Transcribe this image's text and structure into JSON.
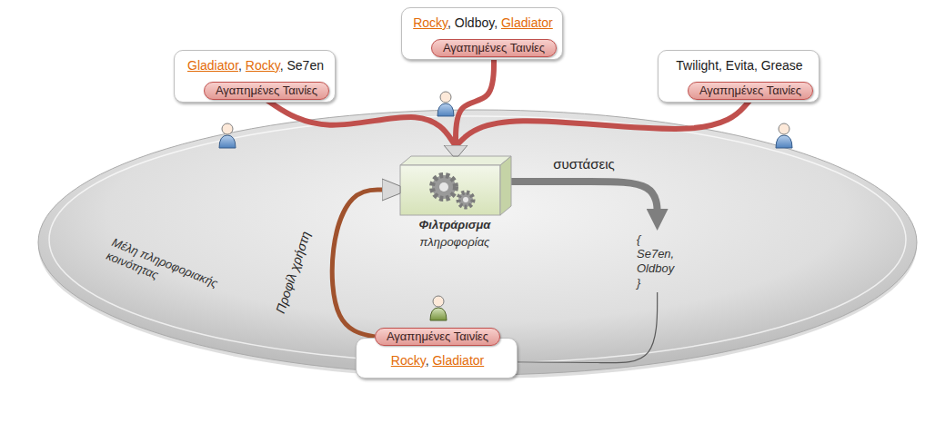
{
  "diagram": {
    "nodes": [
      {
        "text": [
          "Μέλη πληροφοριακής κοινότητας"
        ]
      },
      {
        "text": [
          "Gladiator, Rocky, Se7en"
        ]
      },
      {
        "text": [
          "Αγαπημένες Ταινίες"
        ],
        "in": 1
      },
      {
        "text": [
          "Rocky, Oldboy, Gladiator"
        ]
      },
      {
        "text": [
          "Αγαπημένες Ταινίες"
        ],
        "in": 3
      },
      {
        "text": [
          "Twilight, Evita, Grease"
        ]
      },
      {
        "text": [
          "Αγαπημένες Ταινίες"
        ],
        "in": 5
      },
      {
        "text": [
          "Φιλτράρισμα",
          "πληροφορίας"
        ],
        "in": 0
      },
      {
        "text": [
          "{ Se7en, Oldboy }"
        ],
        "in": 0
      },
      {
        "text": [
          "Rocky, Gladiator"
        ]
      },
      {
        "text": [
          "Αγαπημένες Ταινίες"
        ],
        "in": 9
      }
    ],
    "edges": [
      {
        "from": 2,
        "to": 7,
        "arrow": "none"
      },
      {
        "from": 4,
        "to": 7,
        "arrow": "none"
      },
      {
        "from": 6,
        "to": 7,
        "arrow": "none"
      },
      {
        "from": 10,
        "to": 7,
        "label": "Προφίλ χρήστη",
        "arrow": "none"
      },
      {
        "from": 7,
        "to": 8,
        "label": "συστάσεις",
        "arrow": "to"
      },
      {
        "from": 8,
        "to": 9,
        "arrow": "none"
      }
    ]
  }
}
